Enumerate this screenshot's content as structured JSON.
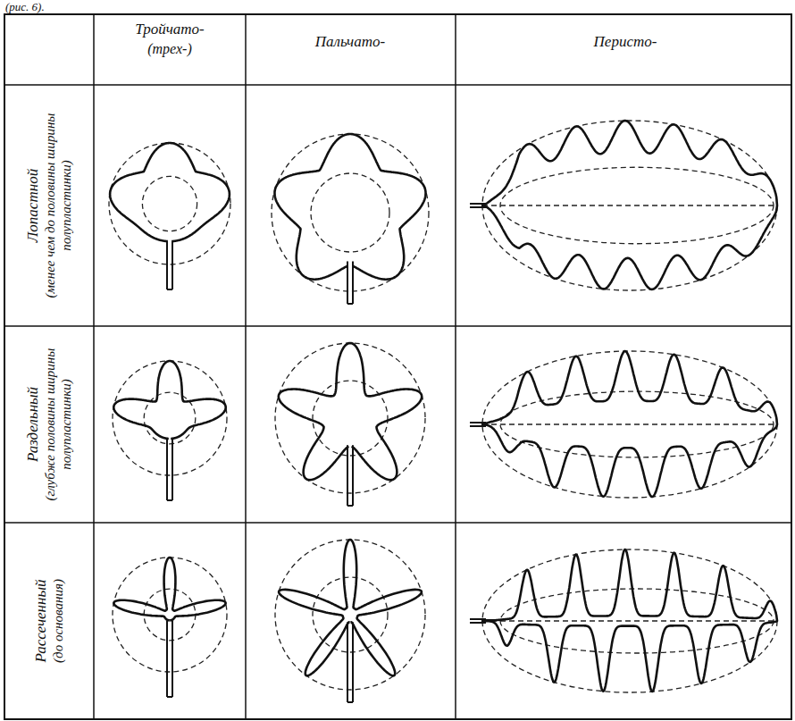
{
  "diagram": {
    "labels": [
      "(рис. 6).",
      "Тройчато-",
      "(трех-)",
      "Пальчато-",
      "Перисто-",
      "Лопастной",
      "(менее чем до половины ширины полупластинки)",
      "Раздельный",
      "(глубже половины ширины полупластинки)",
      "Рассеченный",
      "(до основания)"
    ]
  }
}
